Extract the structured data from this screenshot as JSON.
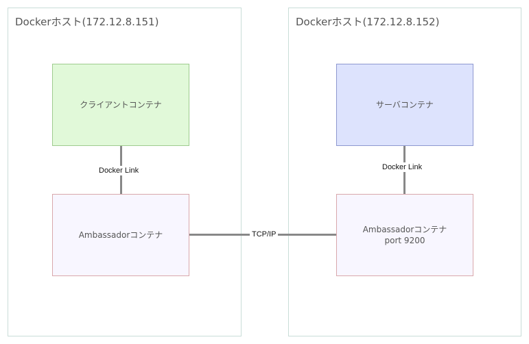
{
  "hosts": [
    {
      "title": "Dockerホスト(172.12.8.151)"
    },
    {
      "title": "Dockerホスト(172.12.8.152)"
    }
  ],
  "containers": {
    "client": {
      "label": "クライアントコンテナ"
    },
    "server": {
      "label": "サーバコンテナ"
    },
    "ambassador_left": {
      "label": "Ambassadorコンテナ"
    },
    "ambassador_right": {
      "label": "Ambassadorコンテナ",
      "sublabel": "port 9200"
    }
  },
  "connections": {
    "left_link": "Docker Link",
    "right_link": "Docker Link",
    "tcp": "TCP/IP"
  },
  "colors": {
    "client_fill": "#e1f9d9",
    "server_fill": "#dde3fd",
    "ambassador_fill": "#f8f6ff",
    "host_border": "#c9ddd8",
    "connector": "#888888"
  }
}
